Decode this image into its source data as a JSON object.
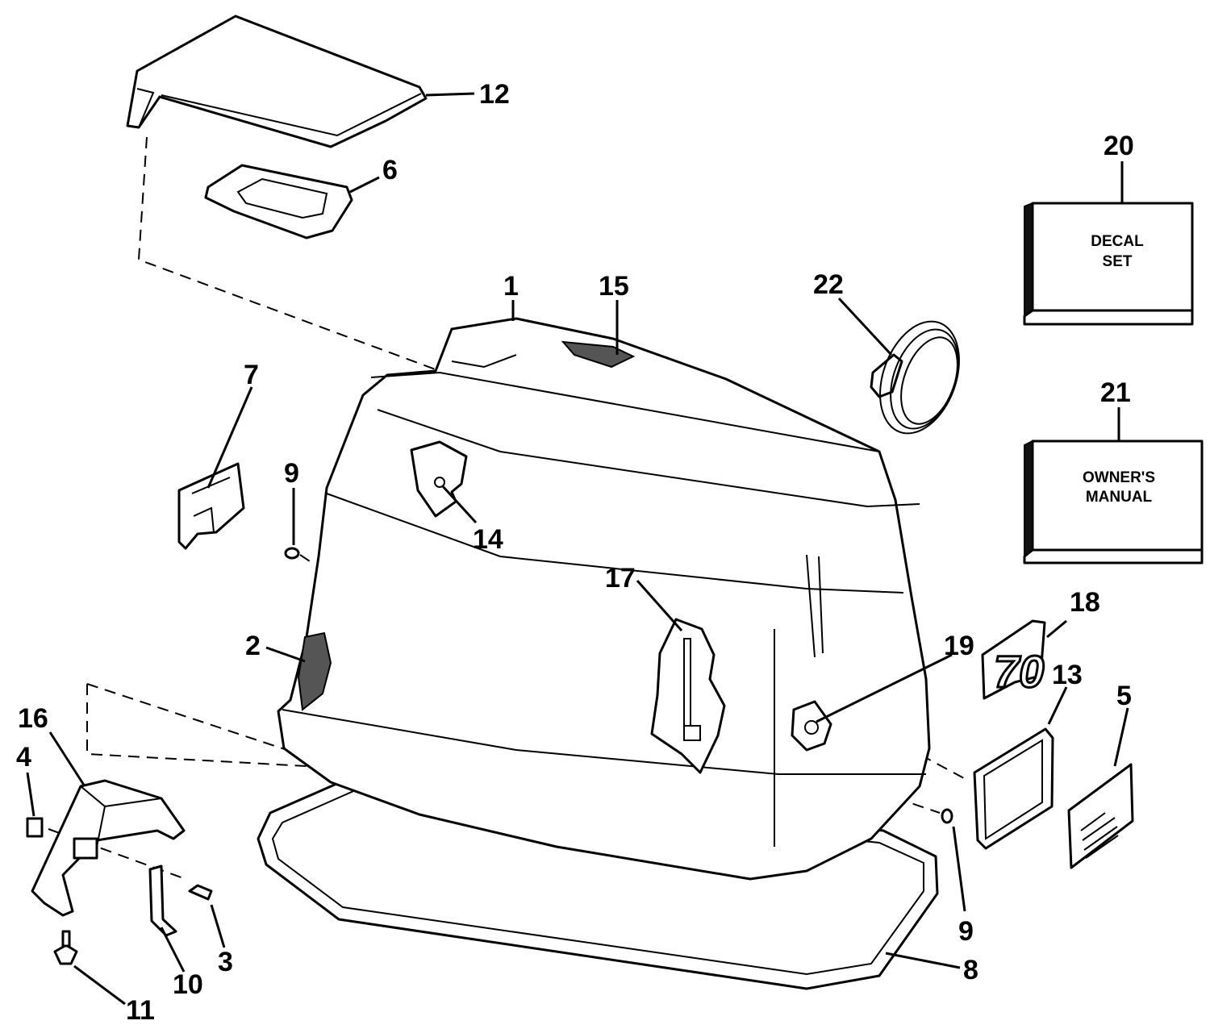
{
  "callouts": {
    "c1": "1",
    "c2": "2",
    "c3": "3",
    "c4": "4",
    "c5": "5",
    "c6": "6",
    "c7": "7",
    "c8": "8",
    "c9a": "9",
    "c9b": "9",
    "c10": "10",
    "c11": "11",
    "c12": "12",
    "c13": "13",
    "c14": "14",
    "c15": "15",
    "c16": "16",
    "c17": "17",
    "c18": "18",
    "c19": "19",
    "c20": "20",
    "c21": "21",
    "c22": "22"
  },
  "boxes": {
    "decal_line1": "DECAL",
    "decal_line2": "SET",
    "manual_line1": "OWNER'S",
    "manual_line2": "MANUAL"
  },
  "emblem_text": "70"
}
